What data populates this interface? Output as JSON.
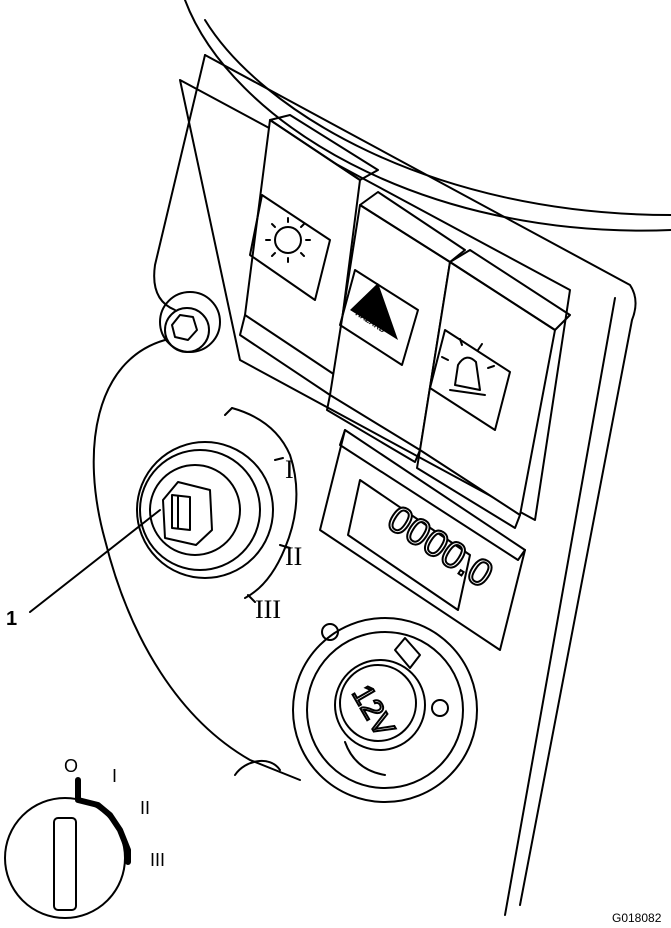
{
  "figure": {
    "figure_code": "G018082",
    "callouts": [
      {
        "number": "1"
      }
    ]
  },
  "switches": [
    {
      "icon": "work-light-icon"
    },
    {
      "icon": "hazard-icon",
      "label": "HAZARD"
    },
    {
      "icon": "beacon-light-icon"
    }
  ],
  "hour_meter": {
    "reading": "0000.0"
  },
  "power_socket": {
    "label": "12V"
  },
  "ignition_panel": {
    "positions": [
      "I",
      "II",
      "III"
    ]
  },
  "key_legend": {
    "positions": [
      "O",
      "I",
      "II",
      "III"
    ]
  },
  "colors": {
    "line": "#000000",
    "panel": "#ffffff",
    "accent": "#000000"
  }
}
